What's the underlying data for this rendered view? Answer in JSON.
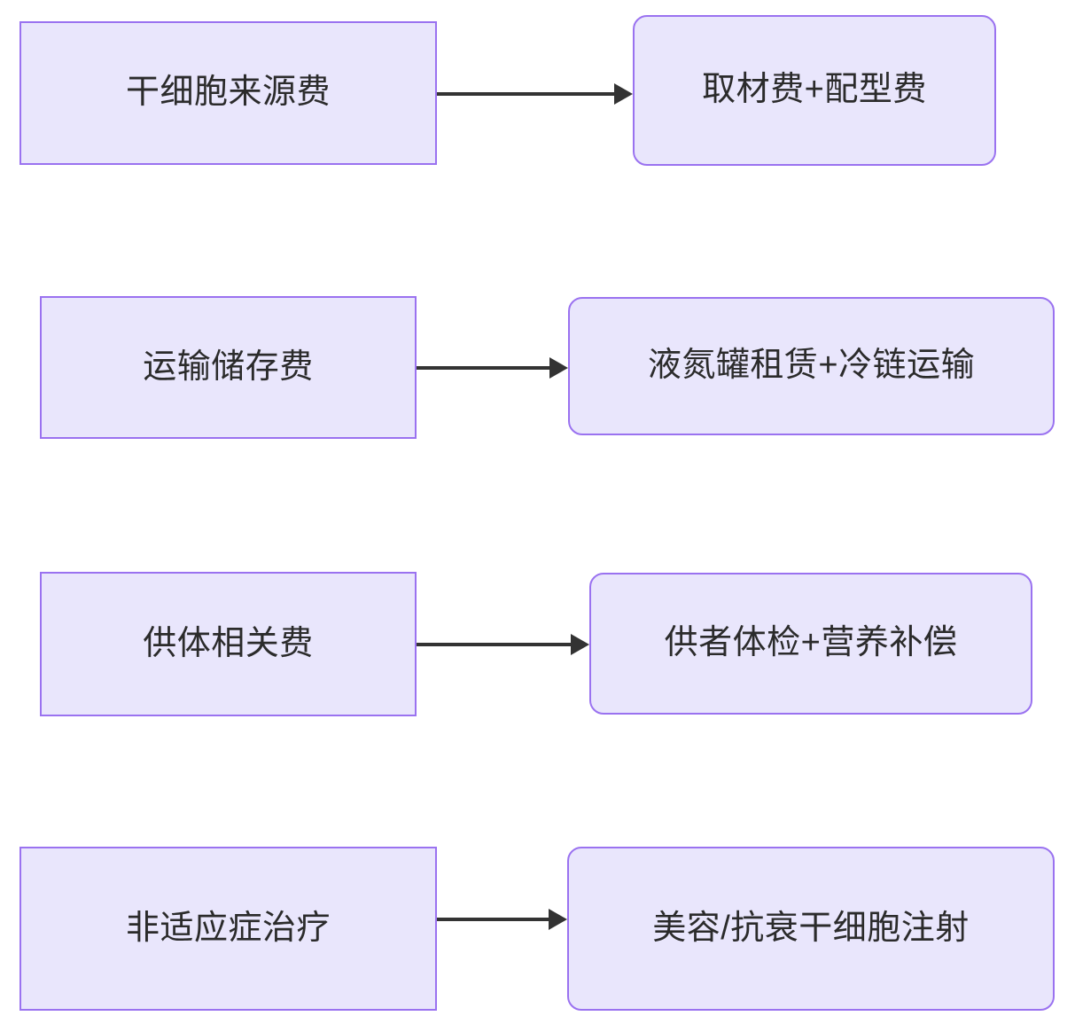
{
  "diagram": {
    "type": "flowchart",
    "direction": "left-to-right",
    "background_color": "#ffffff",
    "node_fill_color": "#e9e6fc",
    "node_border_color": "#9a72f0",
    "node_text_color": "#2b2b2b",
    "edge_color": "#333333",
    "rows": [
      {
        "source": {
          "label": "干细胞来源费",
          "shape": "rectangle"
        },
        "target": {
          "label": "取材费+配型费",
          "shape": "rounded-rectangle"
        },
        "edge": {
          "style": "solid",
          "arrowhead": "filled-triangle",
          "label": ""
        }
      },
      {
        "source": {
          "label": "运输储存费",
          "shape": "rectangle"
        },
        "target": {
          "label": "液氮罐租赁+冷链运输",
          "shape": "rounded-rectangle"
        },
        "edge": {
          "style": "solid",
          "arrowhead": "filled-triangle",
          "label": ""
        }
      },
      {
        "source": {
          "label": "供体相关费",
          "shape": "rectangle"
        },
        "target": {
          "label": "供者体检+营养补偿",
          "shape": "rounded-rectangle"
        },
        "edge": {
          "style": "solid",
          "arrowhead": "filled-triangle",
          "label": ""
        }
      },
      {
        "source": {
          "label": "非适应症治疗",
          "shape": "rectangle"
        },
        "target": {
          "label": "美容/抗衰干细胞注射",
          "shape": "rounded-rectangle"
        },
        "edge": {
          "style": "solid",
          "arrowhead": "filled-triangle",
          "label": ""
        }
      }
    ]
  }
}
